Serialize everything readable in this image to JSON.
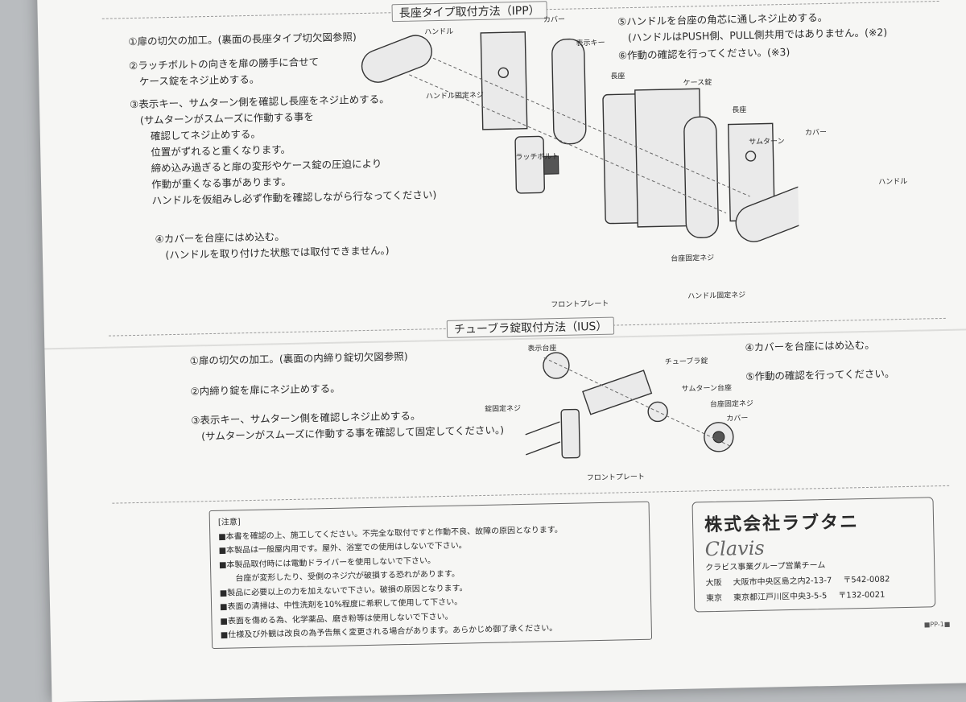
{
  "ipp": {
    "title": "長座タイプ取付方法（IPP）",
    "steps": [
      "①扉の切欠の加工。(裏面の長座タイプ切欠図参照)",
      "②ラッチボルトの向きを扉の勝手に合せて\n　ケース錠をネジ止めする。",
      "③表示キー、サムターン側を確認し長座をネジ止めする。\n　(サムターンがスムーズに作動する事を\n　　確認してネジ止めする。\n　　位置がずれると重くなります。\n　　締め込み過ぎると扉の変形やケース錠の圧迫により\n　　作動が重くなる事があります。\n　　ハンドルを仮組みし必ず作動を確認しながら行なってください)",
      "④カバーを台座にはめ込む。\n　(ハンドルを取り付けた状態では取付できません。)",
      "⑤ハンドルを台座の角芯に通しネジ止めする。\n　(ハンドルはPUSH側、PULL側共用ではありません。(※2)",
      "⑥作動の確認を行ってください。(※3)"
    ],
    "labels": {
      "handle": "ハンドル",
      "cover": "カバー",
      "display_key": "表示キー",
      "long_seat": "長座",
      "case_lock": "ケース錠",
      "handle_screw": "ハンドル固定ネジ",
      "latch_bolt": "ラッチボルト",
      "thumbturn": "サムターン",
      "base_screw": "台座固定ネジ",
      "front_plate": "フロントプレート"
    }
  },
  "ius": {
    "title": "チューブラ錠取付方法（IUS）",
    "steps": [
      "①扉の切欠の加工。(裏面の内締り錠切欠図参照)",
      "②内締り錠を扉にネジ止めする。",
      "③表示キー、サムターン側を確認しネジ止めする。\n　(サムターンがスムーズに作動する事を確認して固定してください。)",
      "④カバーを台座にはめ込む。",
      "⑤作動の確認を行ってください。"
    ],
    "labels": {
      "display_base": "表示台座",
      "tubular_lock": "チューブラ錠",
      "thumbturn_base": "サムターン台座",
      "lock_screw": "錠固定ネジ",
      "base_screw": "台座固定ネジ",
      "cover": "カバー",
      "front_plate": "フロントプレート"
    }
  },
  "notes": {
    "heading": "[注意]",
    "lines": [
      "■本書を確認の上、施工してください。不完全な取付ですと作動不良、故障の原因となります。",
      "■本製品は一般屋内用です。屋外、浴室での使用はしないで下さい。",
      "■本製品取付時には電動ドライバーを使用しないで下さい。",
      "　　台座が変形したり、受側のネジ穴が破損する恐れがあります。",
      "■製品に必要以上の力を加えないで下さい。破損の原因となります。",
      "■表面の清掃は、中性洗剤を10%程度に希釈して使用して下さい。",
      "■表面を傷める為、化学薬品、磨き粉等は使用しないで下さい。",
      "■仕様及び外観は改良の為予告無く変更される場合があります。あらかじめ御了承ください。"
    ]
  },
  "company": {
    "name": "株式会社ラブタニ",
    "brand": "Clavis",
    "team": "クラビス事業グループ営業チーム",
    "offices": [
      {
        "city": "大阪",
        "address": "大阪市中央区島之内2-13-7",
        "zip": "〒542-0082"
      },
      {
        "city": "東京",
        "address": "東京都江戸川区中央3-5-5",
        "zip": "〒132-0021"
      }
    ]
  },
  "page_code": "■PP-1■"
}
